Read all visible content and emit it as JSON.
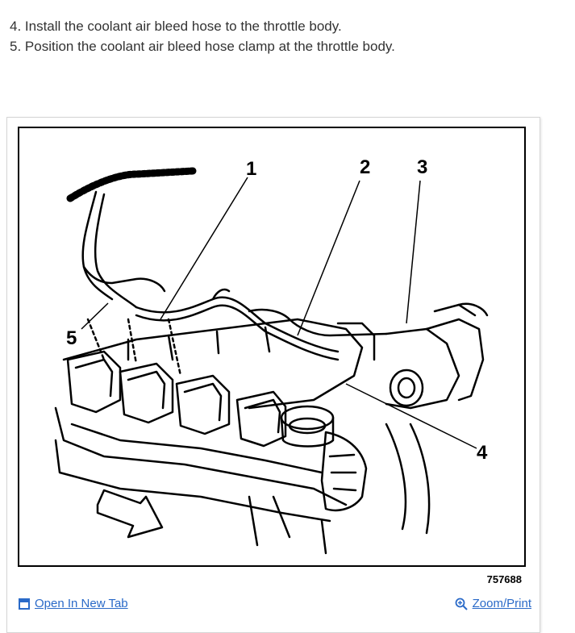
{
  "steps": [
    "4. Install the coolant air bleed hose to the throttle body.",
    "5. Position the coolant air bleed hose clamp at the throttle body."
  ],
  "figure": {
    "callouts": [
      "1",
      "2",
      "3",
      "4",
      "5"
    ],
    "number": "757688"
  },
  "links": {
    "open_new_tab": "Open In New Tab",
    "zoom_print": "Zoom/Print"
  },
  "colors": {
    "link": "#2a6ac8",
    "text": "#333333"
  }
}
